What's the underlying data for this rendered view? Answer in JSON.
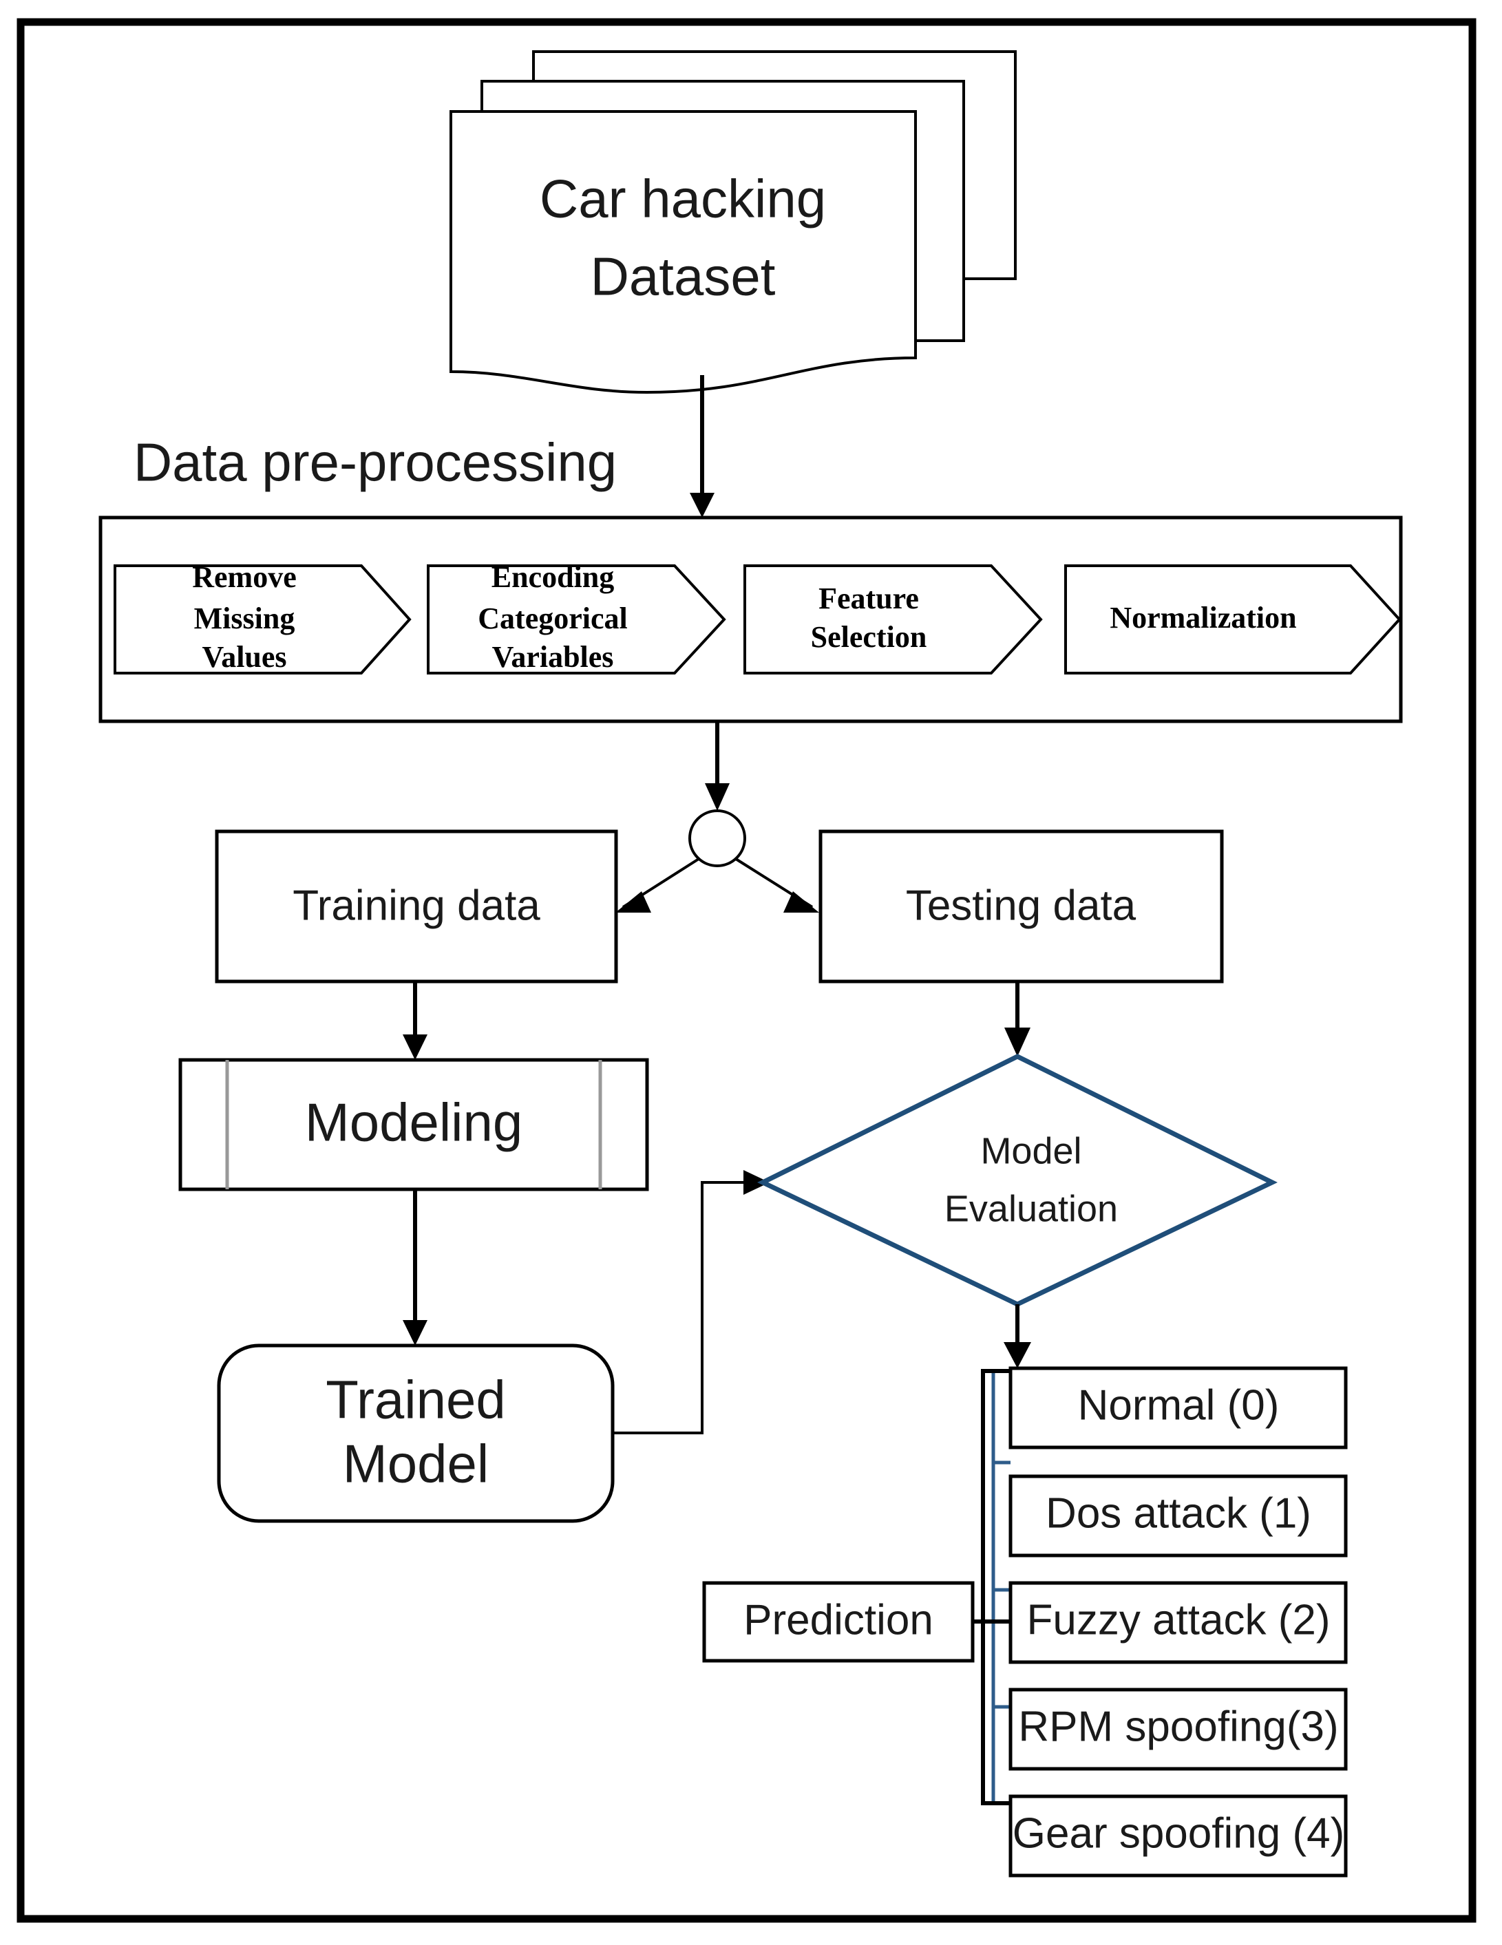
{
  "diagram": {
    "title": "Car hacking intrusion detection pipeline flowchart",
    "colors": {
      "stroke": "#000000",
      "diamond_stroke": "#1F4E79",
      "bracket_blue": "#2E5C8A",
      "background": "#FFFFFF"
    }
  },
  "dataset": {
    "line1": "Car hacking",
    "line2": "Dataset"
  },
  "preprocessing": {
    "section_label": "Data pre-processing",
    "steps": [
      {
        "line1": "Remove",
        "line2": "Missing",
        "line3": "Values"
      },
      {
        "line1": "Encoding",
        "line2": "Categorical",
        "line3": "Variables"
      },
      {
        "line1": "Feature",
        "line2": "Selection",
        "line3": ""
      },
      {
        "line1": "Normalization",
        "line2": "",
        "line3": ""
      }
    ]
  },
  "split": {
    "training_label": "Training data",
    "testing_label": "Testing data"
  },
  "modeling": {
    "label": "Modeling"
  },
  "trained_model": {
    "line1": "Trained",
    "line2": "Model"
  },
  "evaluation": {
    "line1": "Model",
    "line2": "Evaluation"
  },
  "prediction": {
    "label": "Prediction"
  },
  "outputs": [
    {
      "label": "Normal (0)"
    },
    {
      "label": "Dos attack (1)"
    },
    {
      "label": "Fuzzy attack (2)"
    },
    {
      "label": "RPM spoofing(3)"
    },
    {
      "label": "Gear spoofing (4)"
    }
  ]
}
